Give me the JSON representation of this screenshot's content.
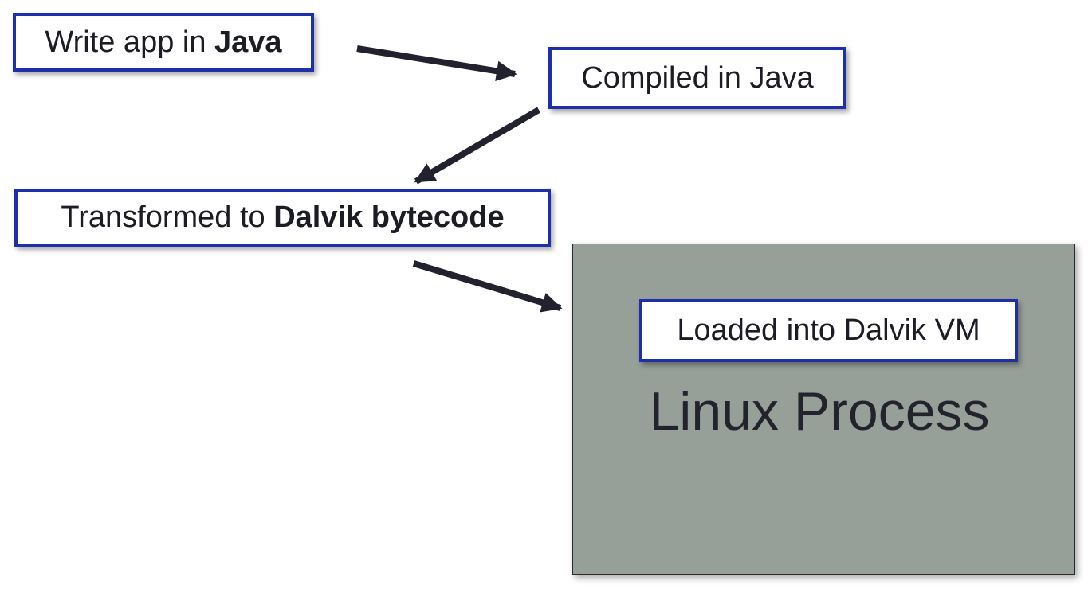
{
  "colors": {
    "box_border": "#1f2fa8",
    "box_fill": "#ffffff",
    "process_fill": "#97a098",
    "arrow": "#22222e",
    "text": "#1c1c24"
  },
  "steps": {
    "write": {
      "prefix": "Write app in ",
      "bold": "Java"
    },
    "compile": {
      "text": "Compiled in Java"
    },
    "transform": {
      "prefix": "Transformed to ",
      "bold": "Dalvik bytecode"
    },
    "load": {
      "text": "Loaded into Dalvik VM"
    }
  },
  "process": {
    "label": "Linux Process"
  },
  "flow": [
    [
      "Write app in Java",
      "Compiled in Java"
    ],
    [
      "Compiled in Java",
      "Transformed to Dalvik bytecode"
    ],
    [
      "Transformed to Dalvik bytecode",
      "Linux Process"
    ]
  ]
}
